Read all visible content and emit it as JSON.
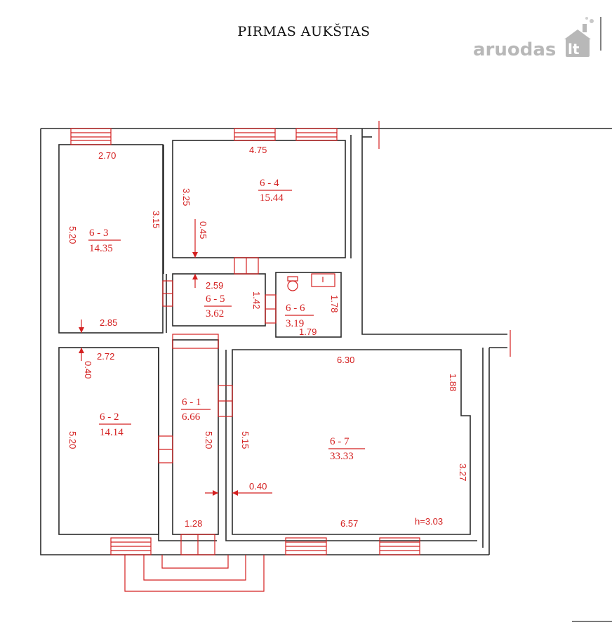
{
  "title": "PIRMAS AUKŠTAS",
  "watermark": {
    "text": "aruodas",
    "tld": "lt"
  },
  "rooms": [
    {
      "id": "6 - 3",
      "area": "14.35"
    },
    {
      "id": "6 - 4",
      "area": "15.44"
    },
    {
      "id": "6 - 5",
      "area": "3.62"
    },
    {
      "id": "6 - 6",
      "area": "3.19"
    },
    {
      "id": "6 - 2",
      "area": "14.14"
    },
    {
      "id": "6 - 1",
      "area": "6.66"
    },
    {
      "id": "6 - 7",
      "area": "33.33"
    }
  ],
  "dimensions": {
    "r63_top": "2.70",
    "r63_right": "3.15",
    "r63_left": "5.20",
    "r63_bottom": "2.85",
    "r64_top": "4.75",
    "r64_left": "3.25",
    "r64_offset": "0.45",
    "r65_top": "2.59",
    "r65_side": "1.42",
    "r66_side": "1.78",
    "r66_bottom": "1.79",
    "r62_top": "2.72",
    "r62_offset": "0.40",
    "r62_left": "5.20",
    "r61_side": "5.20",
    "r61_bottom": "1.28",
    "r67_top": "6.30",
    "r67_right_upper": "1.88",
    "r67_left": "5.15",
    "r67_offset": "0.40",
    "r67_right_lower": "3.27",
    "r67_bottom": "6.57",
    "ceiling_height": "h=3.03"
  },
  "colors": {
    "dimension_red": "#d42020",
    "wall": "#2b2b2b",
    "watermark": "#b8b8b8"
  }
}
